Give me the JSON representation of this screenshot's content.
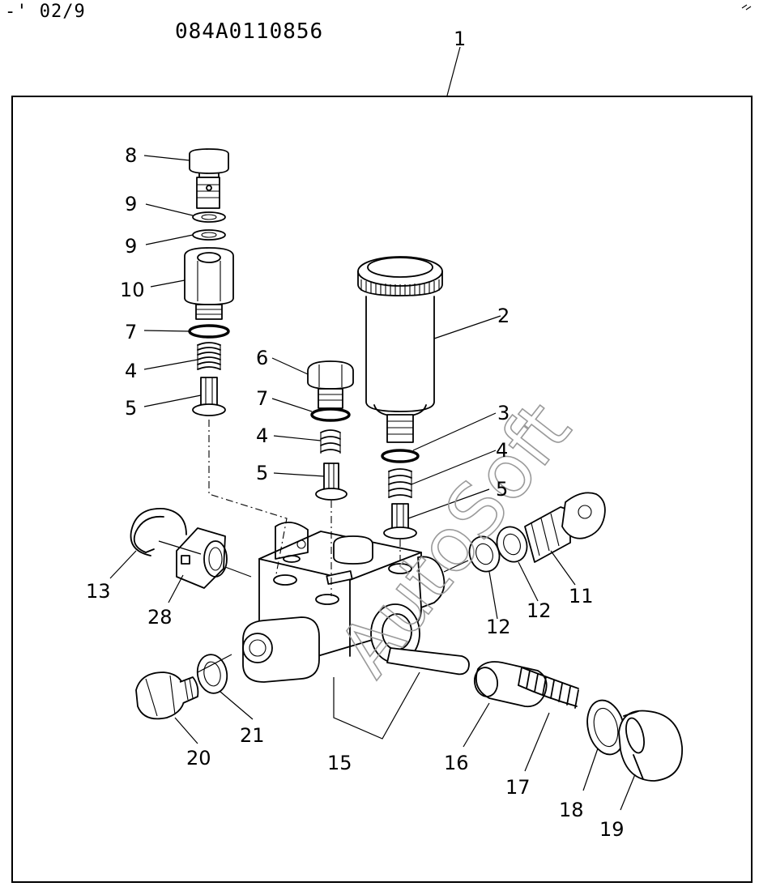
{
  "header": {
    "date": "-' 02/9",
    "code": "084A0110856"
  },
  "watermark": "AutoSoft",
  "labels": {
    "l1": "1",
    "l2": "2",
    "l3": "3",
    "l4a": "4",
    "l4b": "4",
    "l4c": "4",
    "l5a": "5",
    "l5b": "5",
    "l5c": "5",
    "l6": "6",
    "l7a": "7",
    "l7b": "7",
    "l8": "8",
    "l9a": "9",
    "l9b": "9",
    "l10": "10",
    "l11": "11",
    "l12a": "12",
    "l12b": "12",
    "l13": "13",
    "l15": "15",
    "l16": "16",
    "l17": "17",
    "l18": "18",
    "l19": "19",
    "l20": "20",
    "l21": "21",
    "l28": "28"
  }
}
